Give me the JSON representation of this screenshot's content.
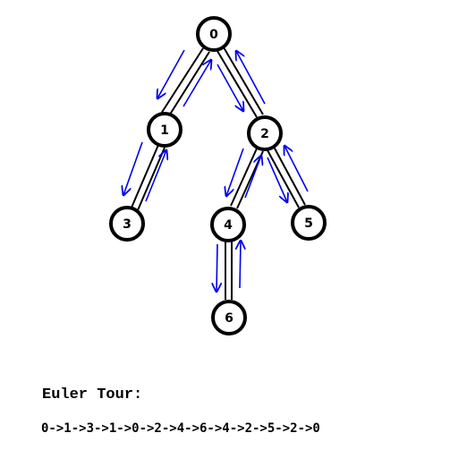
{
  "colors": {
    "node_stroke": "#000000",
    "edge": "#000000",
    "arrow": "#0000ee",
    "background": "#ffffff"
  },
  "tree": {
    "nodes": [
      {
        "id": "0",
        "label": "0"
      },
      {
        "id": "1",
        "label": "1"
      },
      {
        "id": "2",
        "label": "2"
      },
      {
        "id": "3",
        "label": "3"
      },
      {
        "id": "4",
        "label": "4"
      },
      {
        "id": "5",
        "label": "5"
      },
      {
        "id": "6",
        "label": "6"
      }
    ],
    "edges": [
      {
        "from": "0",
        "to": "1"
      },
      {
        "from": "0",
        "to": "2"
      },
      {
        "from": "1",
        "to": "3"
      },
      {
        "from": "2",
        "to": "4"
      },
      {
        "from": "2",
        "to": "5"
      },
      {
        "from": "4",
        "to": "6"
      }
    ]
  },
  "euler": {
    "caption": "Euler Tour:",
    "sequence": "0->1->3->1->0->2->4->6->4->2->5->2->0"
  }
}
